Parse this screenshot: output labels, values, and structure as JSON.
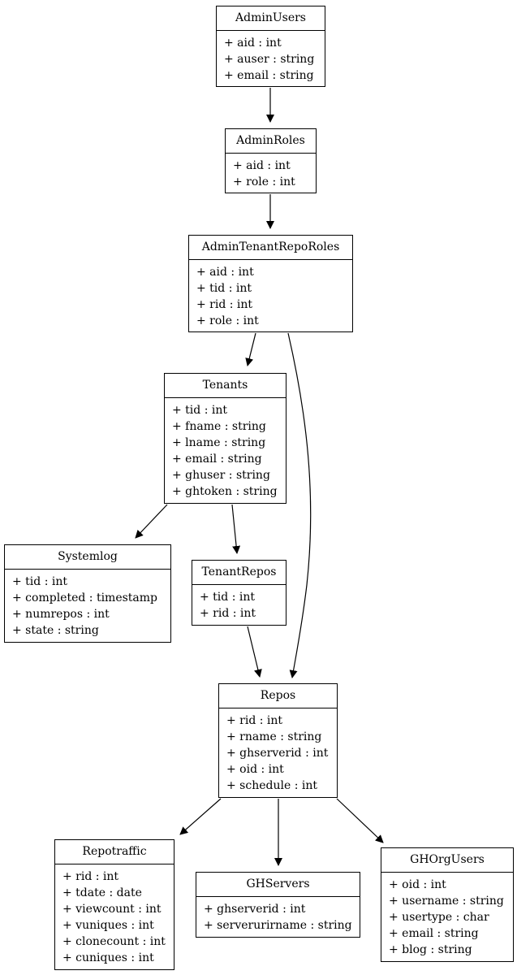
{
  "tables": [
    {
      "id": "AdminUsers",
      "name": "AdminUsers",
      "fields": [
        "+ aid : int",
        "+ auser : string",
        "+ email : string"
      ]
    },
    {
      "id": "AdminRoles",
      "name": "AdminRoles",
      "fields": [
        "+ aid : int",
        "+ role : int"
      ]
    },
    {
      "id": "AdminTenantRepoRoles",
      "name": "AdminTenantRepoRoles",
      "fields": [
        "+ aid : int",
        "+ tid : int",
        "+ rid : int",
        "+ role : int"
      ]
    },
    {
      "id": "Tenants",
      "name": "Tenants",
      "fields": [
        "+ tid : int",
        "+ fname : string",
        "+ lname : string",
        "+ email : string",
        "+ ghuser : string",
        "+ ghtoken : string"
      ]
    },
    {
      "id": "Systemlog",
      "name": "Systemlog",
      "fields": [
        "+ tid : int",
        "+ completed : timestamp",
        "+ numrepos : int",
        "+ state : string"
      ]
    },
    {
      "id": "TenantRepos",
      "name": "TenantRepos",
      "fields": [
        "+ tid : int",
        "+ rid : int"
      ]
    },
    {
      "id": "Repos",
      "name": "Repos",
      "fields": [
        "+ rid : int",
        "+ rname : string",
        "+ ghserverid : int",
        "+ oid : int",
        "+ schedule : int"
      ]
    },
    {
      "id": "Repotraffic",
      "name": "Repotraffic",
      "fields": [
        "+ rid : int",
        "+ tdate : date",
        "+ viewcount : int",
        "+ vuniques : int",
        "+ clonecount : int",
        "+ cuniques : int"
      ]
    },
    {
      "id": "GHServers",
      "name": "GHServers",
      "fields": [
        "+ ghserverid : int",
        "+ serverurirname : string"
      ]
    },
    {
      "id": "GHOrgUsers",
      "name": "GHOrgUsers",
      "fields": [
        "+ oid : int",
        "+ username : string",
        "+ usertype : char",
        "+ email : string",
        "+ blog : string"
      ]
    }
  ],
  "edges": [
    {
      "from": "AdminUsers",
      "to": "AdminRoles"
    },
    {
      "from": "AdminRoles",
      "to": "AdminTenantRepoRoles"
    },
    {
      "from": "AdminTenantRepoRoles",
      "to": "Tenants"
    },
    {
      "from": "AdminTenantRepoRoles",
      "to": "Repos"
    },
    {
      "from": "Tenants",
      "to": "Systemlog"
    },
    {
      "from": "Tenants",
      "to": "TenantRepos"
    },
    {
      "from": "TenantRepos",
      "to": "Repos"
    },
    {
      "from": "Repos",
      "to": "Repotraffic"
    },
    {
      "from": "Repos",
      "to": "GHServers"
    },
    {
      "from": "Repos",
      "to": "GHOrgUsers"
    }
  ]
}
